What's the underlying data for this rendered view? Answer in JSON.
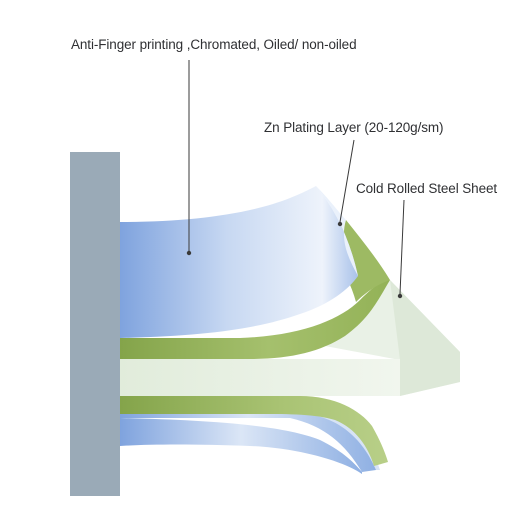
{
  "labels": {
    "coating": "Anti-Finger printing ,Chromated, Oiled/ non-oiled",
    "zinc": "Zn Plating Layer (20-120g/sm)",
    "steel": "Cold Rolled Steel Sheet"
  },
  "colors": {
    "wall": "#9aaab7",
    "steel_sheet": "#e7f1e3",
    "zinc_layer": "#93b257",
    "coating_light": "#e4ecf8",
    "coating_dark": "#7fa3de",
    "leader_line": "#3a3a3a"
  }
}
